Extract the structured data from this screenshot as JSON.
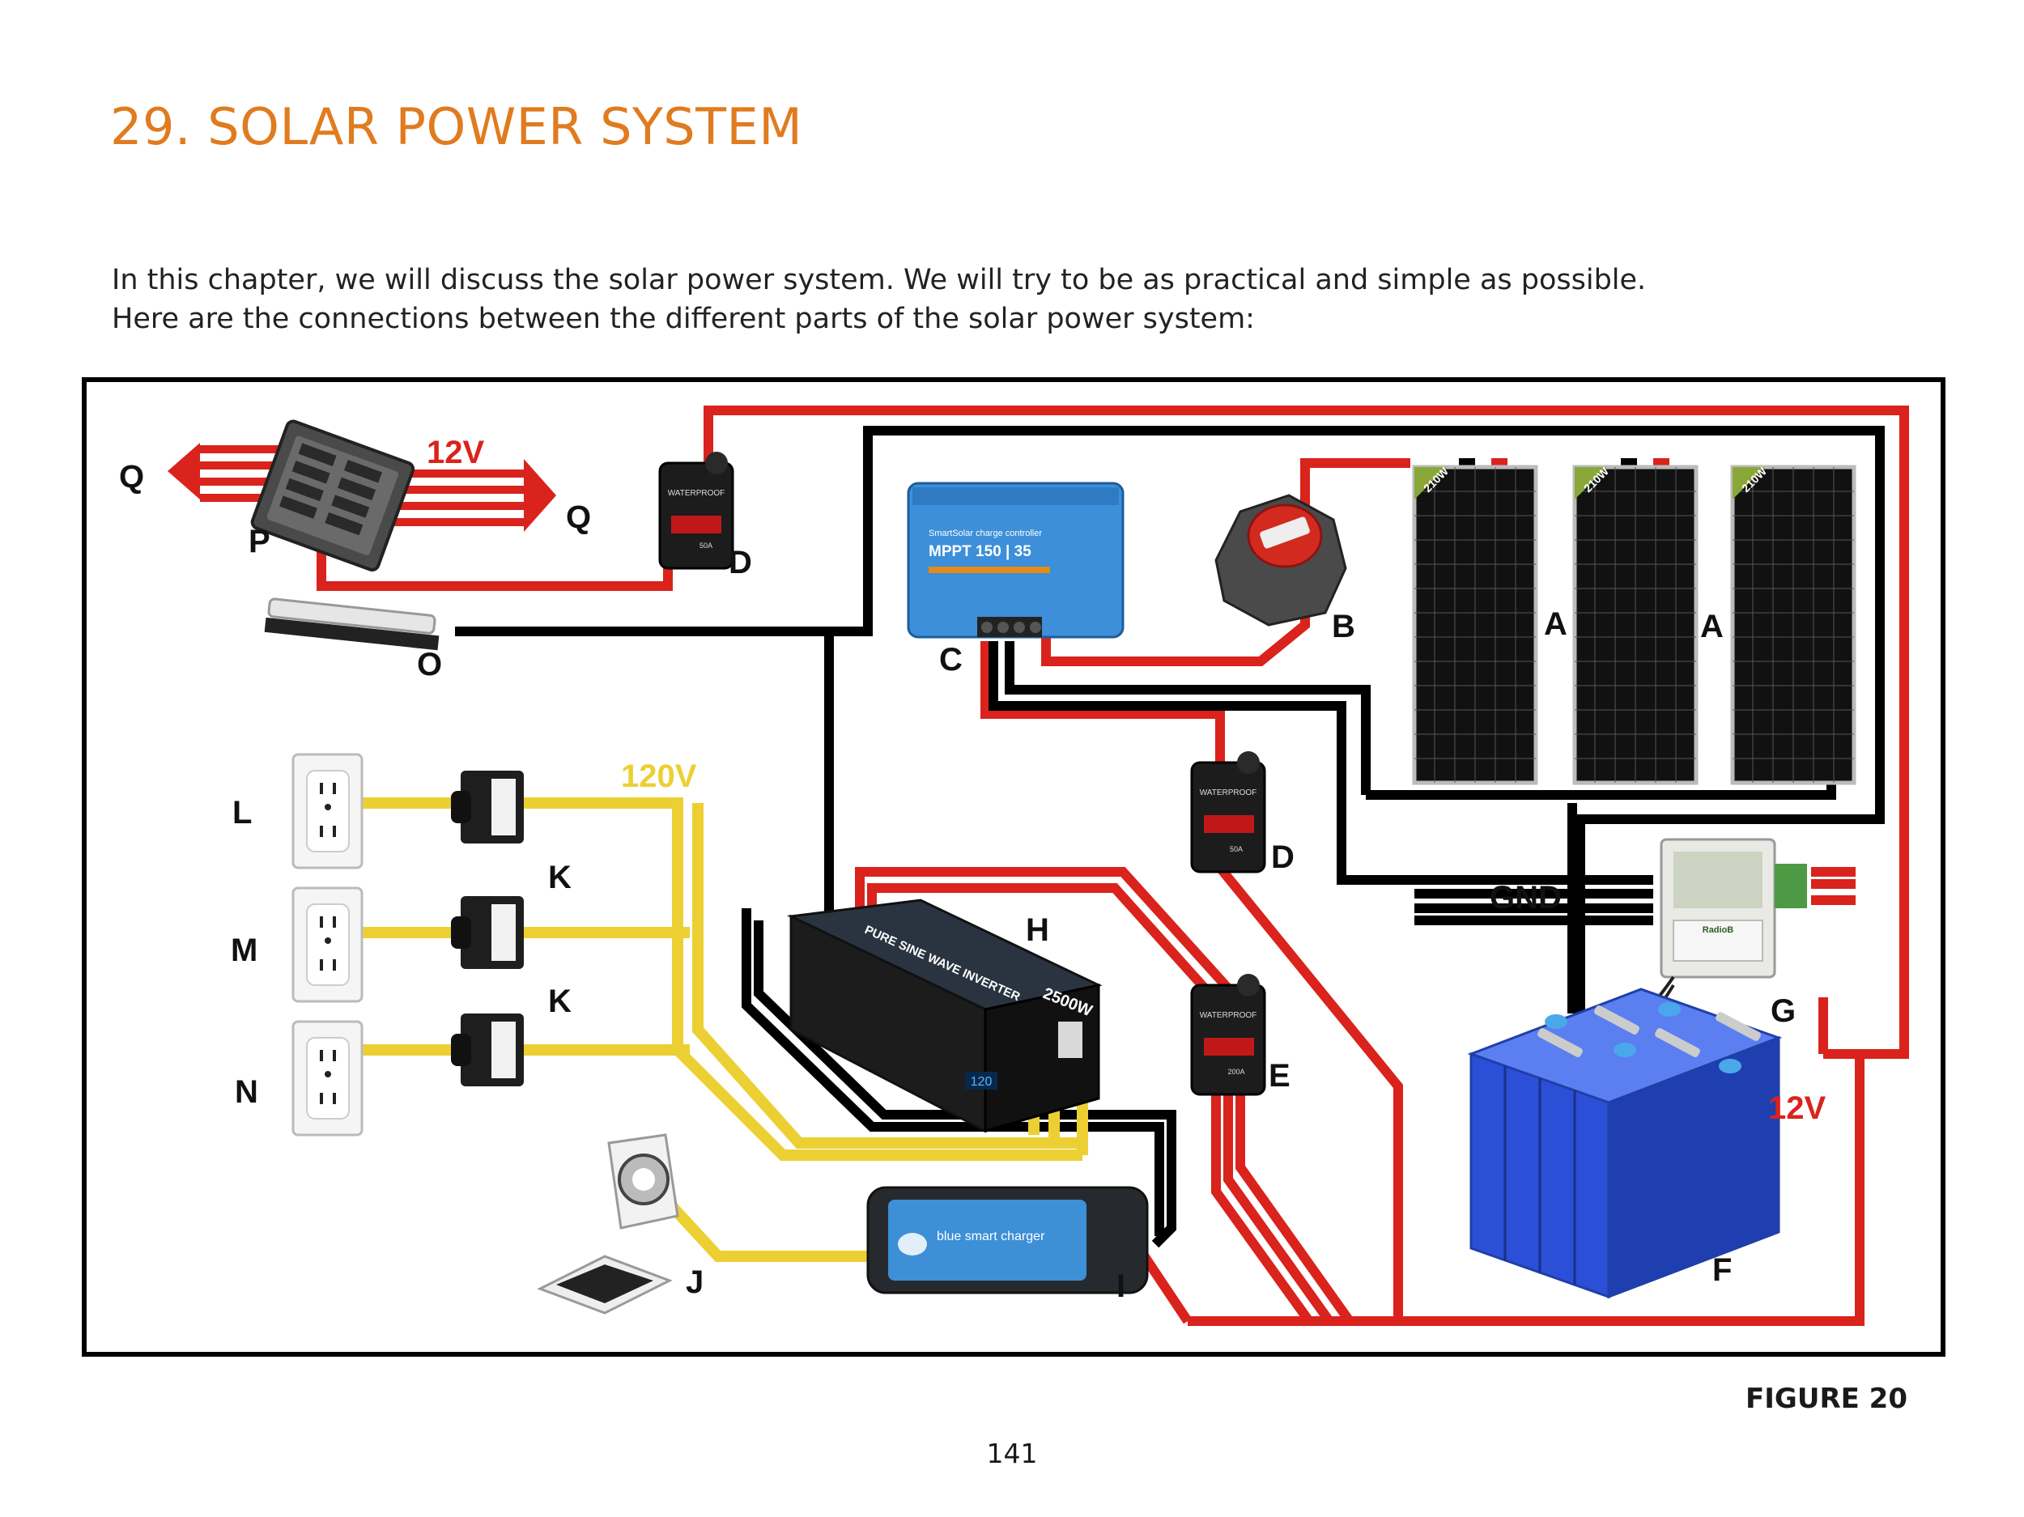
{
  "page": {
    "title": "29. SOLAR POWER SYSTEM",
    "intro_line_1": "In this chapter, we will discuss the solar power system. We will try to be as practical and simple as possible.",
    "intro_line_2": "Here are the connections between the different parts of the solar power system:",
    "figure_caption": "FIGURE 20",
    "page_number": "141"
  },
  "diagram": {
    "labels": {
      "a1": "A",
      "a2": "A",
      "b": "B",
      "c": "C",
      "d_top": "D",
      "d_mid": "D",
      "e": "E",
      "f": "F",
      "g": "G",
      "h": "H",
      "i": "I",
      "j": "J",
      "k1": "K",
      "k2": "K",
      "l": "L",
      "m": "M",
      "n": "N",
      "o": "O",
      "p": "P",
      "q_left": "Q",
      "q_right": "Q",
      "v12_fuse": "12V",
      "v12_battery": "12V",
      "v120": "120V",
      "gnd": "GND"
    },
    "component_text": {
      "panel_watt": "210W",
      "controller_brand": "SmartSolar charge controller",
      "controller_model": "MPPT 150 | 35",
      "breaker_text": "WATERPROOF",
      "breaker_50a": "50A",
      "breaker_200a": "200A",
      "inverter_model": "PURE SINE WAVE INVERTER",
      "inverter_watt": "2500W",
      "inverter_display": "120",
      "charger_text": "blue smart charger",
      "bms_brand": "RadioB"
    },
    "colors": {
      "positive_wire": "#d9231c",
      "ground_wire": "#000000",
      "ac_wire": "#ecd033",
      "title_orange": "#e07b1f",
      "controller_blue": "#3c8fd8",
      "battery_blue": "#2b4fd6"
    }
  }
}
